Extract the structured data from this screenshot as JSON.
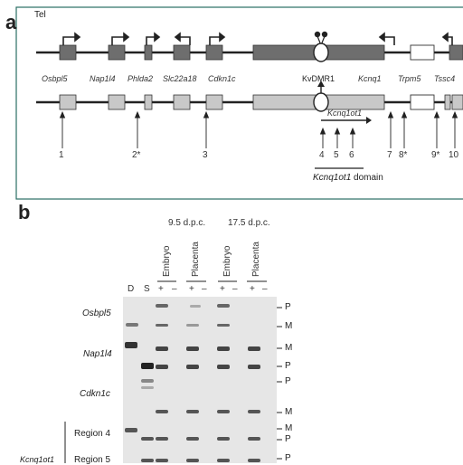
{
  "panel_a": {
    "letter": "a",
    "tel_label": "Tel",
    "genes": [
      "Osbpl5",
      "Nap1l4",
      "Phlda2",
      "Slc22a18",
      "Cdkn1c",
      "KvDMR1",
      "Kcnq1",
      "Trpm5",
      "Tssc4"
    ],
    "transcript_label": "Kcnq1ot1",
    "region_numbers": [
      "1",
      "2*",
      "3",
      "4",
      "5",
      "6",
      "7",
      "8*",
      "9*",
      "10"
    ],
    "domain_label_gene": "Kcnq1ot1",
    "domain_label_suffix": "domain",
    "colors": {
      "frame": "#2a6e63",
      "dark_box": "#6e6e6e",
      "light_box": "#c8c8c8",
      "line": "#222222"
    }
  },
  "panel_b": {
    "letter": "b",
    "stage_headers": [
      "9.5 d.p.c.",
      "17.5 d.p.c."
    ],
    "tissue_headers": [
      "Embryo",
      "Placenta",
      "Embryo",
      "Placenta"
    ],
    "lane_labels": [
      "D",
      "S",
      "+",
      "–",
      "+",
      "–",
      "+",
      "–",
      "+",
      "–"
    ],
    "rows": [
      {
        "label": "Osbpl5",
        "markers": [
          "P",
          "M"
        ]
      },
      {
        "label": "Nap1l4",
        "markers": [
          "M",
          "P"
        ]
      },
      {
        "label": "Cdkn1c",
        "markers": [
          "P",
          "M"
        ]
      },
      {
        "label": "Region 4",
        "markers": [
          "M",
          "P"
        ]
      },
      {
        "label": "Region 5",
        "markers": [
          "P"
        ]
      }
    ],
    "group_label": "Kcnq1ot1"
  }
}
